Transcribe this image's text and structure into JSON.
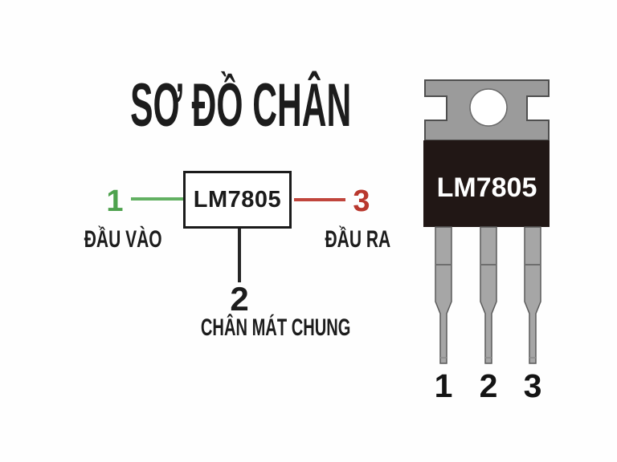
{
  "title": "SƠ ĐỒ CHÂN",
  "schematic": {
    "chip_label": "LM7805",
    "pins": {
      "input": {
        "number": "1",
        "label": "ĐẦU VÀO"
      },
      "ground": {
        "number": "2",
        "label": "CHÂN MÁT CHUNG"
      },
      "output": {
        "number": "3",
        "label": "ĐẦU RA"
      }
    }
  },
  "package": {
    "chip_label": "LM7805",
    "pin_numbers": [
      "1",
      "2",
      "3"
    ]
  },
  "colors": {
    "input_green": "#4ea24e",
    "output_red": "#b9382e",
    "ink_black": "#1c1c1c",
    "tab_gray": "#9b9b9b",
    "leg_gray": "#a6a6a6",
    "body_black": "#211715",
    "background": "#fefefe"
  }
}
